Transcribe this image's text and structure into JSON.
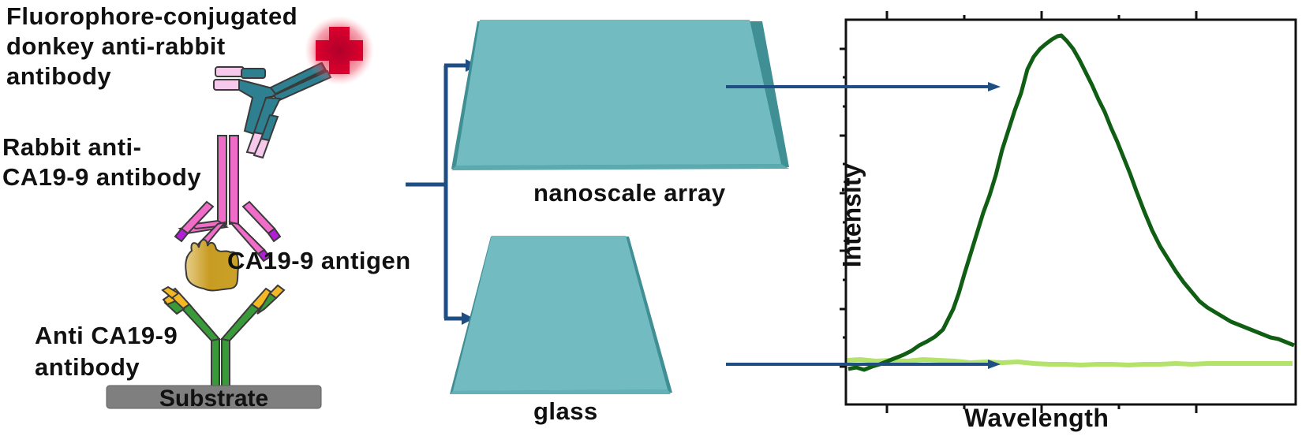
{
  "labels": {
    "secondary_antibody_line1": "Fluorophore-conjugated",
    "secondary_antibody_line2": "donkey  anti-rabbit",
    "secondary_antibody_line3": "antibody",
    "primary_antibody_line1": "Rabbit  anti-",
    "primary_antibody_line2": "CA19-9  antibody",
    "antigen": "CA19-9  antigen",
    "capture_antibody_line1": "Anti  CA19-9",
    "capture_antibody_line2": "antibody",
    "substrate": "Substrate",
    "nanoscale_array": "nanoscale  array",
    "glass": "glass"
  },
  "colors": {
    "arrow": "#1f4e85",
    "glass": "#72bcc1",
    "glass_edge": "#3f8f95",
    "nano_gap": "#e8962e",
    "fluorophore": "#d4002a",
    "secondary_ab": "#2e7f8f",
    "secondary_ab_tip": "#f6c8ec",
    "primary_ab": "#ef6cc8",
    "primary_ab_tip": "#b21ed8",
    "capture_ab": "#3a9a3a",
    "capture_ab_tip": "#f3b823",
    "antigen": "#c9a12a",
    "substrate": "#7f7f7f",
    "curve_nanoscale": "#0f5e13",
    "curve_glass": "#b4e36c"
  },
  "chart_data": {
    "type": "line",
    "title": "",
    "xlabel": "Wavelength",
    "ylabel": "Intensity",
    "x_tick_labels": [],
    "y_tick_labels": [],
    "x": [
      0,
      0.05,
      0.1,
      0.15,
      0.2,
      0.25,
      0.3,
      0.35,
      0.4,
      0.45,
      0.5,
      0.55,
      0.6,
      0.65,
      0.7,
      0.75,
      0.8,
      0.85,
      0.9,
      0.95,
      1.0
    ],
    "series": [
      {
        "name": "nanoscale array",
        "values": [
          0.0,
          0.01,
          0.04,
          0.09,
          0.13,
          0.21,
          0.38,
          0.58,
          0.77,
          0.9,
          0.96,
          0.9,
          0.8,
          0.68,
          0.53,
          0.39,
          0.27,
          0.19,
          0.14,
          0.1,
          0.07
        ]
      },
      {
        "name": "glass",
        "values": [
          0.02,
          0.02,
          0.02,
          0.02,
          0.02,
          0.015,
          0.015,
          0.01,
          0.01,
          0.01,
          0.008,
          0.008,
          0.008,
          0.008,
          0.008,
          0.008,
          0.008,
          0.008,
          0.008,
          0.008,
          0.008
        ]
      }
    ],
    "grid": false,
    "legend": "none",
    "xlim": [
      0,
      1
    ],
    "ylim": [
      0,
      1
    ]
  }
}
